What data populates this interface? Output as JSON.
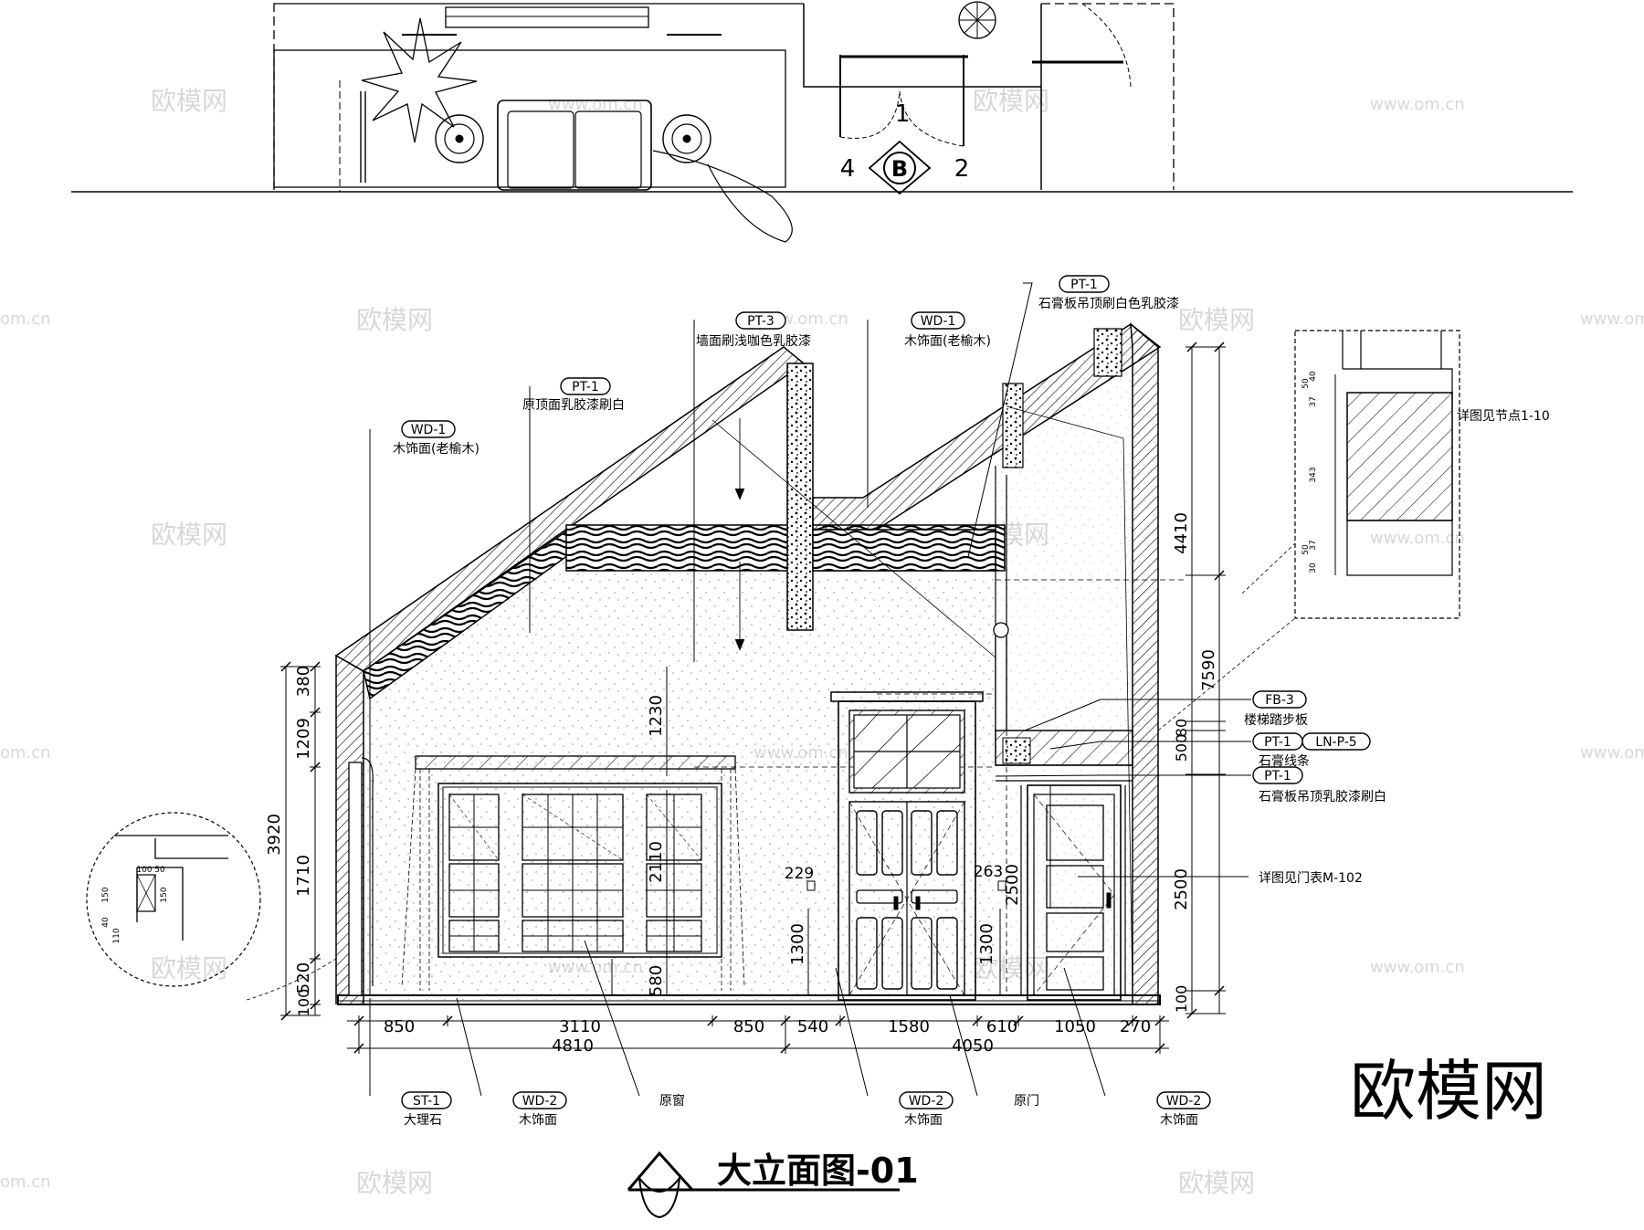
{
  "title": "大立面图-01",
  "brand": "欧模网",
  "watermarks": {
    "brand": "欧模网",
    "url": "www.om.cn",
    "url_short": "om.cn"
  },
  "plan": {
    "marker_letter": "B",
    "marker_numbers": [
      "1",
      "2",
      "4"
    ]
  },
  "callouts": [
    {
      "code": "PT-1",
      "desc": "石膏板吊顶刷白色乳胶漆"
    },
    {
      "code": "PT-3",
      "desc": "墙面刷浅咖色乳胶漆"
    },
    {
      "code": "WD-1",
      "desc": "木饰面(老榆木)"
    },
    {
      "code": "PT-1",
      "desc": "原顶面乳胶漆刷白"
    },
    {
      "code": "WD-1",
      "desc": "木饰面(老榆木)"
    },
    {
      "code": "FB-3",
      "desc": "楼梯踏步板"
    },
    {
      "code": "PT-1",
      "code2": "LN-P-5",
      "desc": "石膏线条"
    },
    {
      "code": "PT-1",
      "desc": "石膏板吊顶乳胶漆刷白"
    },
    {
      "code": "ST-1",
      "desc": "大理石"
    },
    {
      "code": "WD-2",
      "desc": "木饰面"
    },
    {
      "code": "WD-2",
      "desc": "木饰面"
    },
    {
      "code": "WD-2",
      "desc": "木饰面"
    }
  ],
  "notes": {
    "detail_node": "详图见节点1-10",
    "door_schedule": "详图见门表M-102",
    "orig_window": "原窗",
    "orig_door": "原门"
  },
  "dims": {
    "bottom_row1": [
      "850",
      "3110",
      "850",
      "540",
      "1580",
      "610",
      "1050",
      "270"
    ],
    "bottom_row2": [
      "4810",
      "4050"
    ],
    "left": [
      "380",
      "1209",
      "3920",
      "1710",
      "520",
      "100"
    ],
    "right_outer": "7590",
    "right_inner": [
      "4410",
      "80",
      "500",
      "2500",
      "100"
    ],
    "interior": [
      "1230",
      "2110",
      "580",
      "229",
      "1300",
      "263",
      "1300",
      "2500"
    ]
  },
  "detail_dims": [
    "40",
    "37",
    "50",
    "343",
    "37",
    "50",
    "30"
  ],
  "left_detail_dims": [
    "100",
    "50",
    "150",
    "150",
    "40",
    "110"
  ]
}
